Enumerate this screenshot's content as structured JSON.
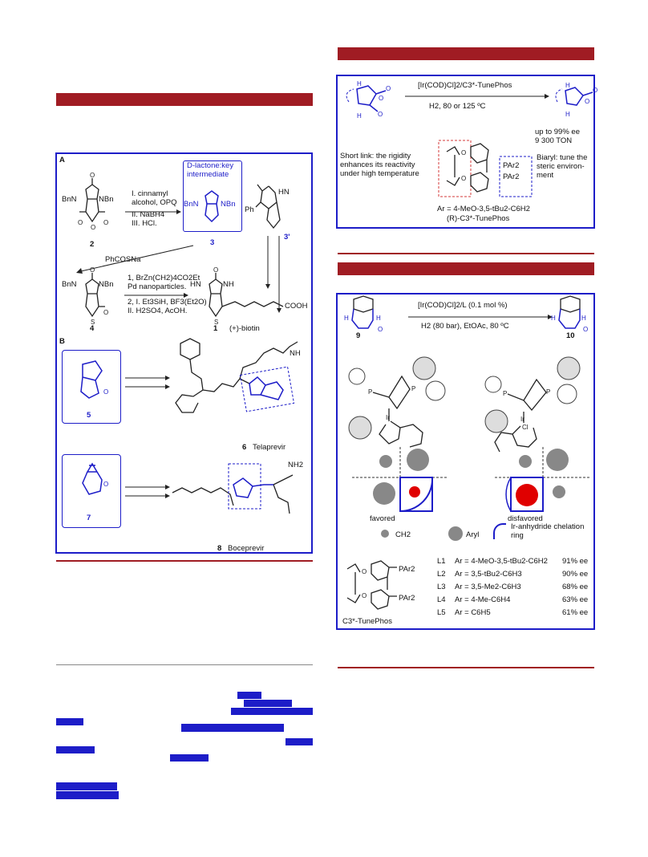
{
  "panel_left": {
    "section_a_label": "A",
    "section_b_label": "B",
    "dlactone_note": "D-lactone:key intermediate",
    "reagents_1": [
      "I. cinnamyl",
      "alcohol, OPQ",
      "II. NaBH4",
      "III. HCl."
    ],
    "reagent_phcosna": "PhCOSNa",
    "reagents_2": [
      "1, BrZn(CH2)4CO2Et",
      "Pd nanoparticles.",
      "2, I. Et3SiH, BF3(Et2O)",
      "II. H2SO4, AcOH."
    ],
    "cpd_2": "2",
    "cpd_3": "3",
    "cpd_3p": "3'",
    "cpd_4": "4",
    "cpd_1": "1",
    "biotin": "(+)-biotin",
    "cooh": "COOH",
    "bnn": "BnN",
    "nbn": "NBn",
    "ph": "Ph",
    "hn": "HN",
    "nh": "NH",
    "cpd_5": "5",
    "cpd_7": "7",
    "cpd_6": "6",
    "telaprevir": "Telaprevir",
    "cpd_8": "8",
    "boceprevir": "Boceprevir",
    "nh2": "NH2"
  },
  "panel_top_right": {
    "catalyst": "[Ir(COD)Cl]2/C3*-TunePhos",
    "conditions": "H2, 80 or 125 ºC",
    "ee": "up to 99% ee",
    "ton": "9 300 TON",
    "short_link": "Short link: the rigidity enhances its reactivity under high temperature",
    "biaryl": "Biaryl: tune the steric environ-ment",
    "par2_a": "PAr2",
    "par2_b": "PAr2",
    "ar_def": "Ar = 4-MeO-3,5-tBu2-C6H2",
    "ligand_name": "(R)-C3*-TunePhos"
  },
  "panel_bottom_right": {
    "catalyst": "[Ir(COD)Cl]2/L (0.1 mol %)",
    "conditions": "H2 (80 bar), EtOAc, 80 ºC",
    "cpd_9": "9",
    "cpd_10": "10",
    "favored": "favored",
    "disfavored": "disfavored",
    "legend_ch2": "CH2",
    "legend_aryl": "Aryl",
    "legend_ring": "Ir-anhydride chelation ring",
    "ligand_label": "C3*-TunePhos",
    "ligands": [
      {
        "id": "L1",
        "ar": "Ar = 4-MeO-3,5-tBu2-C6H2",
        "ee": "91% ee"
      },
      {
        "id": "L2",
        "ar": "Ar = 3,5-tBu2-C6H3",
        "ee": "90% ee"
      },
      {
        "id": "L3",
        "ar": "Ar = 3,5-Me2-C6H3",
        "ee": "68% ee"
      },
      {
        "id": "L4",
        "ar": "Ar = 4-Me-C6H4",
        "ee": "63% ee"
      },
      {
        "id": "L5",
        "ar": "Ar = C6H5",
        "ee": "61% ee"
      }
    ]
  },
  "colors": {
    "accent_red": "#a01c23",
    "panel_blue": "#1d1dc8",
    "highlight_red": "#e00000"
  }
}
